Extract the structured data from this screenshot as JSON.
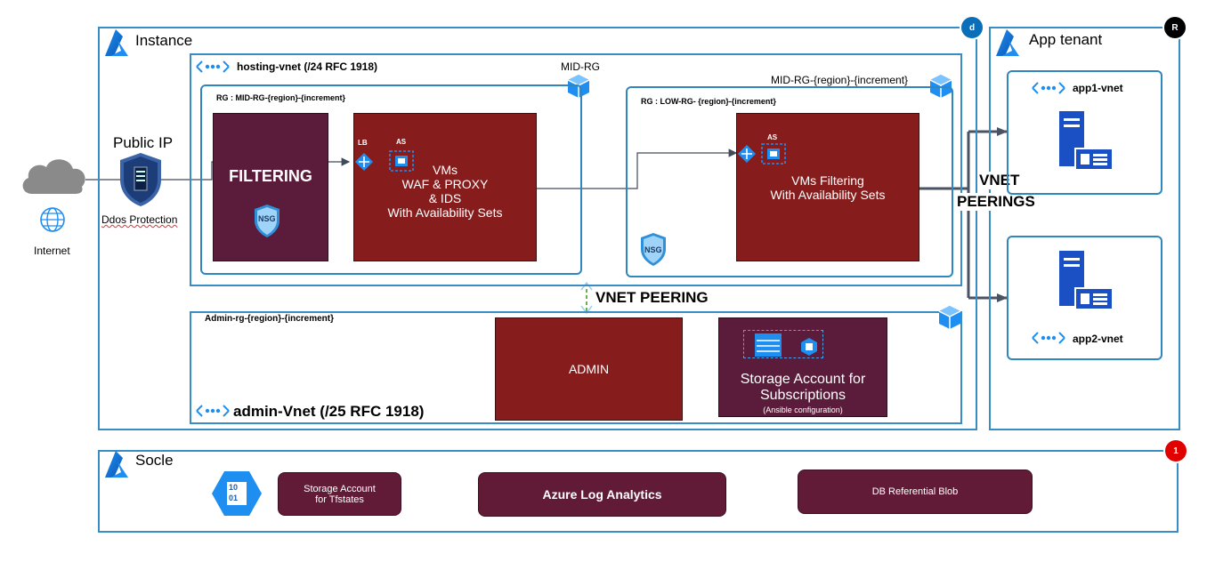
{
  "instance": {
    "title": "Instance",
    "badge": "d"
  },
  "app_tenant": {
    "title": "App tenant",
    "badge": "R"
  },
  "socle": {
    "title": "Socle",
    "badge": "1"
  },
  "internet": {
    "label": "Internet"
  },
  "public_ip": {
    "title": "Public IP",
    "ddos_label": "Ddos Protection"
  },
  "hosting_vnet": {
    "label": "hosting-vnet (/24 RFC 1918)",
    "mid_rg_tag": "MID-RG",
    "rg_label": "RG : MID-RG-{region}-{increment}",
    "filtering": {
      "title": "FILTERING",
      "nsg": "NSG"
    },
    "lb_label": "LB",
    "as_label": "AS",
    "vms": {
      "line1": "VMs",
      "line2": "WAF & PROXY",
      "line3": "& IDS",
      "line4": "With Availability Sets"
    }
  },
  "low_rg": {
    "header": "MID-RG-{region}-{increment}",
    "rg_label": "RG : LOW-RG- {region}-{increment}",
    "as_label": "AS",
    "vms": {
      "line1": "VMs Filtering",
      "line2": "With Availability Sets"
    },
    "nsg": "NSG"
  },
  "vnet_peering": "VNET PEERING",
  "vnet_peerings": {
    "line1": "VNET",
    "line2": "PEERINGS"
  },
  "admin": {
    "rg_label": "Admin-rg-{region}-{increment}",
    "vnet_label": "admin-Vnet (/25 RFC 1918)",
    "admin_box": "ADMIN",
    "storage": {
      "line1": "Storage Account for",
      "line2": "Subscriptions",
      "note": "(Ansible configuration)"
    }
  },
  "apps": {
    "app1": "app1-vnet",
    "app2": "app2-vnet"
  },
  "socle_items": {
    "tfstates_line1": "Storage Account",
    "tfstates_line2": "for Tfstates",
    "log_analytics": "Azure Log Analytics",
    "db_blob": "DB Referential Blob"
  },
  "colors": {
    "frame": "#3a8cc4",
    "red_box": "#861c1c",
    "plum_box": "#5a1c3a",
    "azure": "#0a6fd1"
  }
}
